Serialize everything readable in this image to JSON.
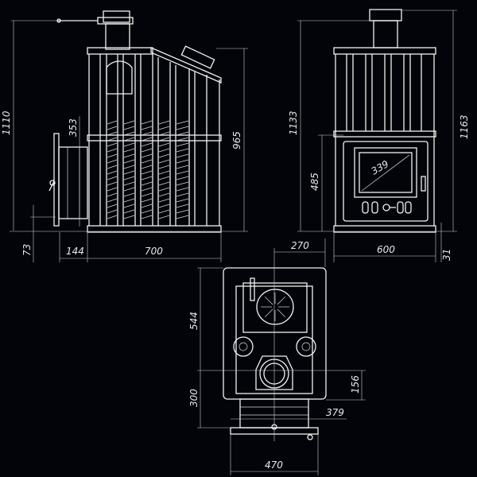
{
  "title": "Sauna stove technical drawing",
  "side_view": {
    "dims": {
      "total_height": "1110",
      "firebox_height": "353",
      "body_height": "965",
      "base_offset": "73",
      "firebox_length": "144",
      "body_depth": "700"
    }
  },
  "front_view": {
    "dims": {
      "height": "1133",
      "door_height": "485",
      "glass_size": "339",
      "total_height": "1163",
      "width": "600",
      "leg": "31"
    }
  },
  "top_view": {
    "dims": {
      "flue_offset": "270",
      "front_depth": "544",
      "rear_depth": "300",
      "flue_to_back": "156",
      "legs_span": "379",
      "width": "470"
    }
  },
  "colors": {
    "background": "#02040a",
    "lines": "#f2f2f2"
  }
}
